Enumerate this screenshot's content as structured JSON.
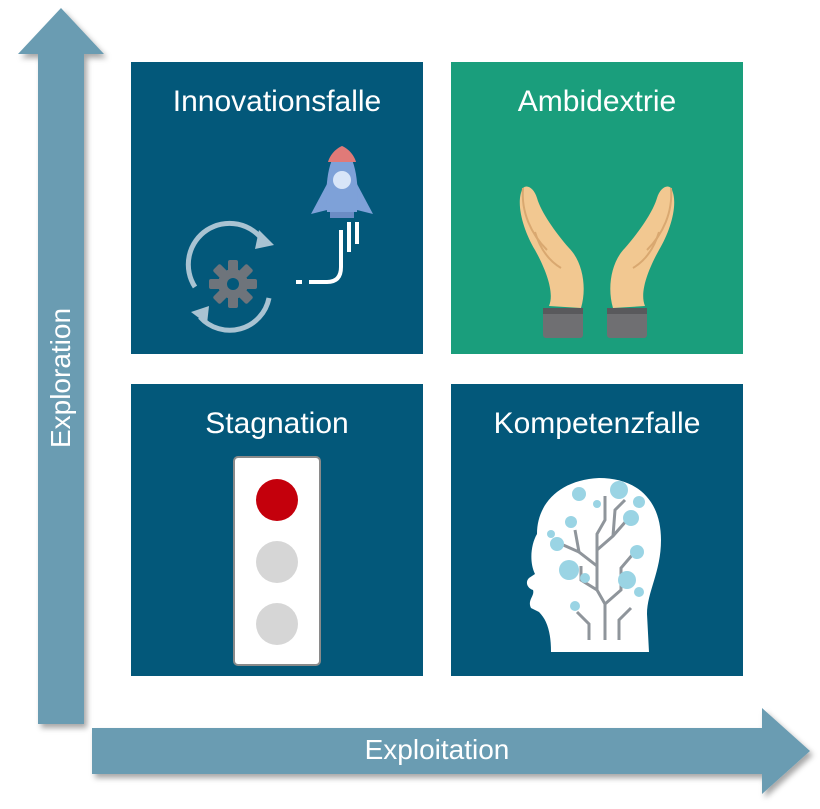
{
  "axes": {
    "y_label": "Exploration",
    "x_label": "Exploitation"
  },
  "quadrants": {
    "top_left": {
      "title": "Innovationsfalle",
      "icon": "rocket-gear-icon"
    },
    "top_right": {
      "title": "Ambidextrie",
      "icon": "open-hands-icon"
    },
    "bottom_left": {
      "title": "Stagnation",
      "icon": "traffic-light-icon"
    },
    "bottom_right": {
      "title": "Kompetenzfalle",
      "icon": "head-circuit-icon"
    }
  },
  "colors": {
    "arrow": "#6a9cb2",
    "quad_blue": "#03587a",
    "quad_green": "#1a9e7c",
    "signal_red": "#c4000c",
    "signal_grey": "#d6d6d6"
  }
}
